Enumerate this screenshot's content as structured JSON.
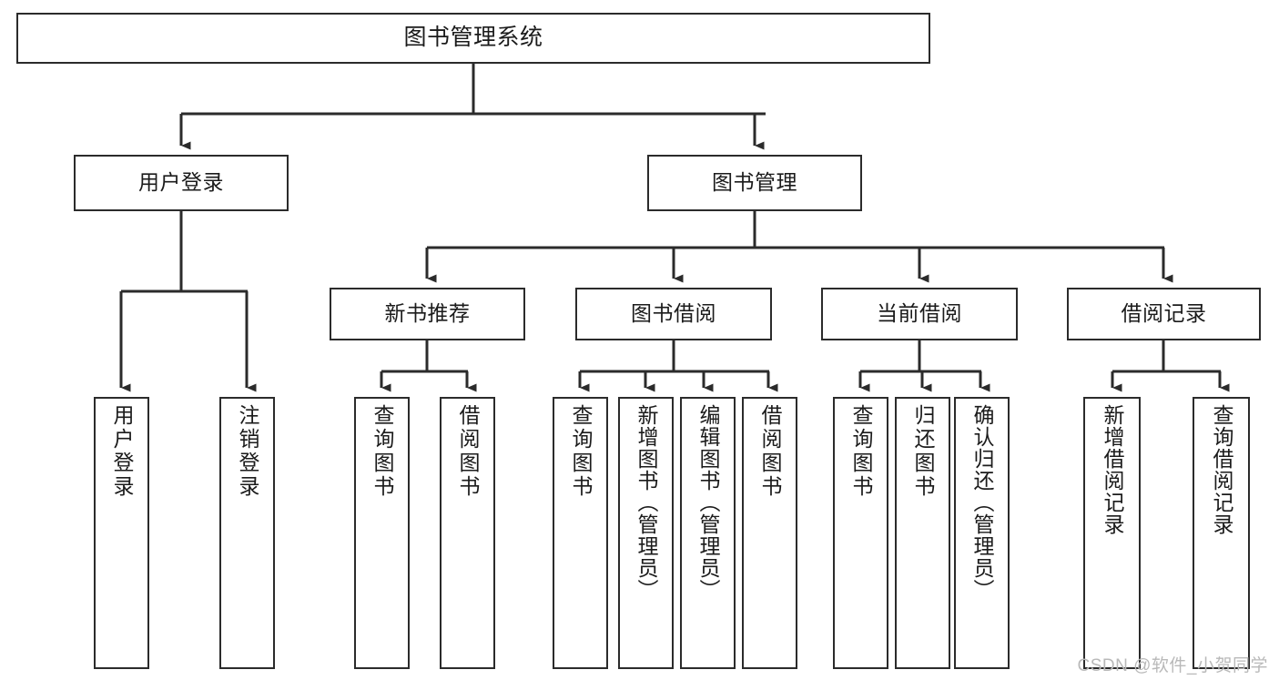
{
  "diagram": {
    "title": "图书管理系统",
    "type": "tree-hierarchy-chart",
    "stroke_color": "#2b2b2b",
    "fill_color": "#ffffff",
    "text_color": "#1b1b1b"
  },
  "root": {
    "label": "图书管理系统"
  },
  "level1": [
    {
      "label": "用户登录"
    },
    {
      "label": "图书管理"
    }
  ],
  "level2": [
    {
      "label": "新书推荐"
    },
    {
      "label": "图书借阅"
    },
    {
      "label": "当前借阅"
    },
    {
      "label": "借阅记录"
    }
  ],
  "leaves": [
    {
      "label": "用户登录",
      "parent": "用户登录"
    },
    {
      "label": "注销登录",
      "parent": "用户登录"
    },
    {
      "label": "查询图书",
      "parent": "新书推荐"
    },
    {
      "label": "借阅图书",
      "parent": "新书推荐"
    },
    {
      "label": "查询图书",
      "parent": "图书借阅"
    },
    {
      "label": "新增图书（管理员）",
      "parent": "图书借阅"
    },
    {
      "label": "编辑图书（管理员）",
      "parent": "图书借阅"
    },
    {
      "label": "借阅图书",
      "parent": "图书借阅"
    },
    {
      "label": "查询图书",
      "parent": "当前借阅"
    },
    {
      "label": "归还图书",
      "parent": "当前借阅"
    },
    {
      "label": "确认归还（管理员）",
      "parent": "当前借阅"
    },
    {
      "label": "新增借阅记录",
      "parent": "借阅记录"
    },
    {
      "label": "查询借阅记录",
      "parent": "借阅记录"
    }
  ],
  "watermark": {
    "text": "CSDN @软件_小贺同学"
  }
}
